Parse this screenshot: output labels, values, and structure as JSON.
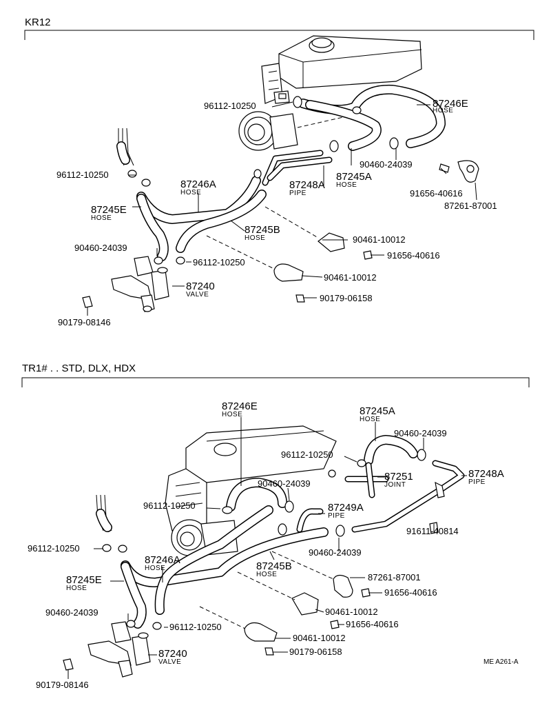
{
  "sections": [
    {
      "title": "KR12",
      "labels": [
        {
          "id": "k-96112-top",
          "text": "96112-10250"
        },
        {
          "id": "k-87246E",
          "text": "87246E"
        },
        {
          "id": "k-87246E-sub",
          "text": "HOSE"
        },
        {
          "id": "k-96112-left",
          "text": "96112-10250"
        },
        {
          "id": "k-87246A",
          "text": "87246A"
        },
        {
          "id": "k-87246A-sub",
          "text": "HOSE"
        },
        {
          "id": "k-87248A",
          "text": "87248A"
        },
        {
          "id": "k-87248A-sub",
          "text": "PIPE"
        },
        {
          "id": "k-87245A",
          "text": "87245A"
        },
        {
          "id": "k-87245A-sub",
          "text": "HOSE"
        },
        {
          "id": "k-90460-r",
          "text": "90460-24039"
        },
        {
          "id": "k-91656-r",
          "text": "91656-40616"
        },
        {
          "id": "k-87261",
          "text": "87261-87001"
        },
        {
          "id": "k-87245E",
          "text": "87245E"
        },
        {
          "id": "k-87245E-sub",
          "text": "HOSE"
        },
        {
          "id": "k-87245B",
          "text": "87245B"
        },
        {
          "id": "k-87245B-sub",
          "text": "HOSE"
        },
        {
          "id": "k-90461-a",
          "text": "90461-10012"
        },
        {
          "id": "k-91656-b",
          "text": "91656-40616"
        },
        {
          "id": "k-90460-l",
          "text": "90460-24039"
        },
        {
          "id": "k-96112-bot",
          "text": "96112-10250"
        },
        {
          "id": "k-87240",
          "text": "87240"
        },
        {
          "id": "k-87240-sub",
          "text": "VALVE"
        },
        {
          "id": "k-90461-b",
          "text": "90461-10012"
        },
        {
          "id": "k-90179-r",
          "text": "90179-06158"
        },
        {
          "id": "k-90179-l",
          "text": "90179-08146"
        }
      ]
    },
    {
      "title": "TR1# . . STD, DLX, HDX",
      "labels": [
        {
          "id": "t-87246E",
          "text": "87246E"
        },
        {
          "id": "t-87246E-sub",
          "text": "HOSE"
        },
        {
          "id": "t-87245A",
          "text": "87245A"
        },
        {
          "id": "t-87245A-sub",
          "text": "HOSE"
        },
        {
          "id": "t-90460-tr",
          "text": "90460-24039"
        },
        {
          "id": "t-96112-tr",
          "text": "96112-10250"
        },
        {
          "id": "t-87251",
          "text": "87251"
        },
        {
          "id": "t-87251-sub",
          "text": "JOINT"
        },
        {
          "id": "t-87248A",
          "text": "87248A"
        },
        {
          "id": "t-87248A-sub",
          "text": "PIPE"
        },
        {
          "id": "t-90460-mid",
          "text": "90460-24039"
        },
        {
          "id": "t-96112-mid",
          "text": "96112-10250"
        },
        {
          "id": "t-87249A",
          "text": "87249A"
        },
        {
          "id": "t-87249A-sub",
          "text": "PIPE"
        },
        {
          "id": "t-91611",
          "text": "91611-40814"
        },
        {
          "id": "t-90460-low",
          "text": "90460-24039"
        },
        {
          "id": "t-96112-left",
          "text": "96112-10250"
        },
        {
          "id": "t-87246A",
          "text": "87246A"
        },
        {
          "id": "t-87246A-sub",
          "text": "HOSE"
        },
        {
          "id": "t-87245B",
          "text": "87245B"
        },
        {
          "id": "t-87245B-sub",
          "text": "HOSE"
        },
        {
          "id": "t-87261",
          "text": "87261-87001"
        },
        {
          "id": "t-87245E",
          "text": "87245E"
        },
        {
          "id": "t-87245E-sub",
          "text": "HOSE"
        },
        {
          "id": "t-91656-a",
          "text": "91656-40616"
        },
        {
          "id": "t-90461-a",
          "text": "90461-10012"
        },
        {
          "id": "t-90460-left",
          "text": "90460-24039"
        },
        {
          "id": "t-91656-b",
          "text": "91656-40616"
        },
        {
          "id": "t-96112-bot",
          "text": "96112-10250"
        },
        {
          "id": "t-90461-b",
          "text": "90461-10012"
        },
        {
          "id": "t-87240",
          "text": "87240"
        },
        {
          "id": "t-87240-sub",
          "text": "VALVE"
        },
        {
          "id": "t-90179-r",
          "text": "90179-06158"
        },
        {
          "id": "t-90179-l",
          "text": "90179-08146"
        }
      ]
    }
  ],
  "figure_code": "ME A261-A"
}
